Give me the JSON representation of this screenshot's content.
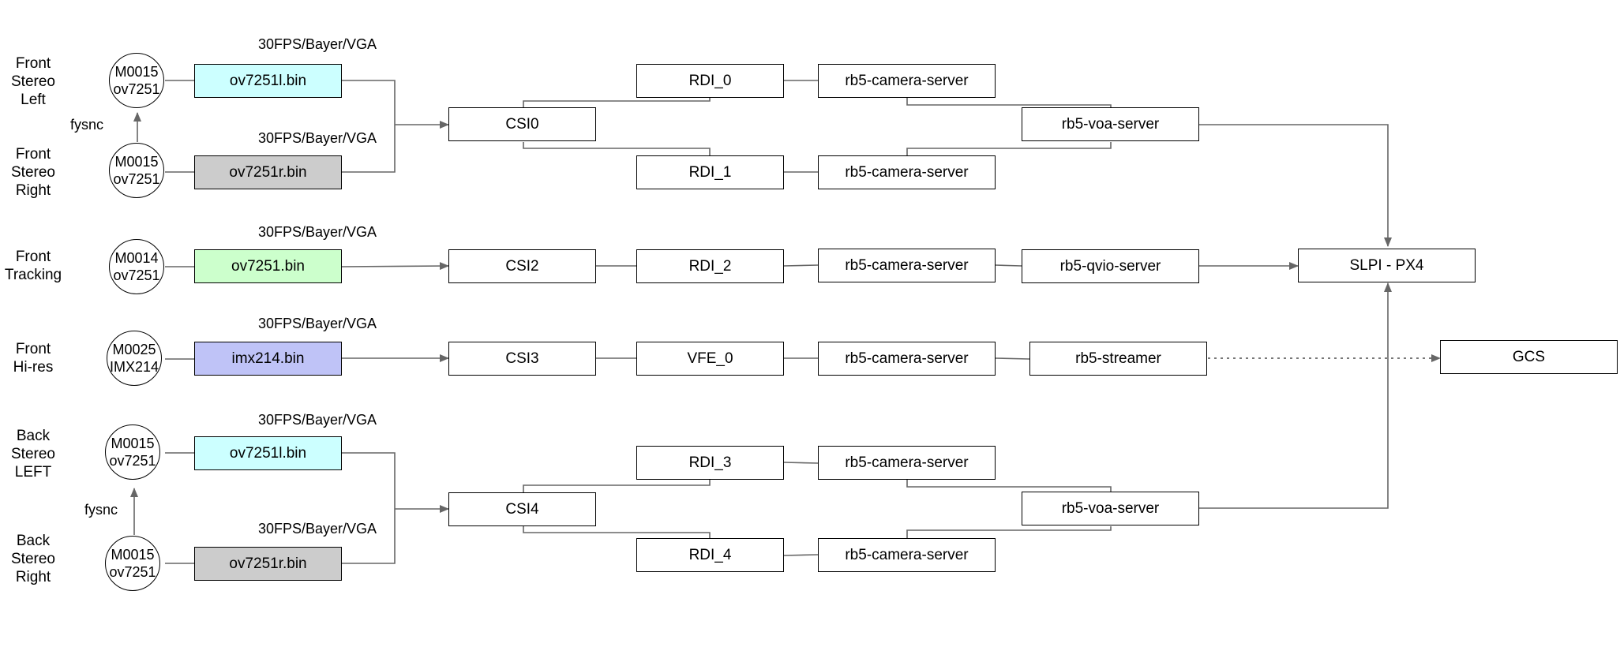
{
  "rows": {
    "front_stereo_left": {
      "label": [
        "Front",
        "Stereo",
        "Left"
      ],
      "sensor": [
        "M0015",
        "ov7251"
      ],
      "bin": "ov7251l.bin",
      "format": "30FPS/Bayer/VGA",
      "bin_color": "#ccffff"
    },
    "front_stereo_right": {
      "label": [
        "Front",
        "Stereo",
        "Right"
      ],
      "sensor": [
        "M0015",
        "ov7251"
      ],
      "bin": "ov7251r.bin",
      "format": "30FPS/Bayer/VGA",
      "bin_color": "#cccccc"
    },
    "front_tracking": {
      "label": [
        "Front",
        "Tracking"
      ],
      "sensor": [
        "M0014",
        "ov7251"
      ],
      "bin": "ov7251.bin",
      "format": "30FPS/Bayer/VGA",
      "bin_color": "#ccffcc"
    },
    "front_hires": {
      "label": [
        "Front",
        "Hi-res"
      ],
      "sensor": [
        "M0025",
        "IMX214"
      ],
      "bin": "imx214.bin",
      "format": "30FPS/Bayer/VGA",
      "bin_color": "#bfc3f7"
    },
    "back_stereo_left": {
      "label": [
        "Back",
        "Stereo",
        "LEFT"
      ],
      "sensor": [
        "M0015",
        "ov7251"
      ],
      "bin": "ov7251l.bin",
      "format": "30FPS/Bayer/VGA",
      "bin_color": "#ccffff"
    },
    "back_stereo_right": {
      "label": [
        "Back",
        "Stereo",
        "Right"
      ],
      "sensor": [
        "M0015",
        "ov7251"
      ],
      "bin": "ov7251r.bin",
      "format": "30FPS/Bayer/VGA",
      "bin_color": "#cccccc"
    }
  },
  "sync_label": "fysnc",
  "csi": {
    "csi0": "CSI0",
    "csi2": "CSI2",
    "csi3": "CSI3",
    "csi4": "CSI4"
  },
  "rdi": {
    "rdi0": "RDI_0",
    "rdi1": "RDI_1",
    "rdi2": "RDI_2",
    "vfe0": "VFE_0",
    "rdi3": "RDI_3",
    "rdi4": "RDI_4"
  },
  "servers": {
    "camera_server": "rb5-camera-server",
    "voa_server": "rb5-voa-server",
    "qvio_server": "rb5-qvio-server",
    "streamer": "rb5-streamer"
  },
  "targets": {
    "slpi": "SLPI - PX4",
    "gcs": "GCS"
  },
  "colors": {
    "line": "#666666",
    "border": "#000000"
  }
}
